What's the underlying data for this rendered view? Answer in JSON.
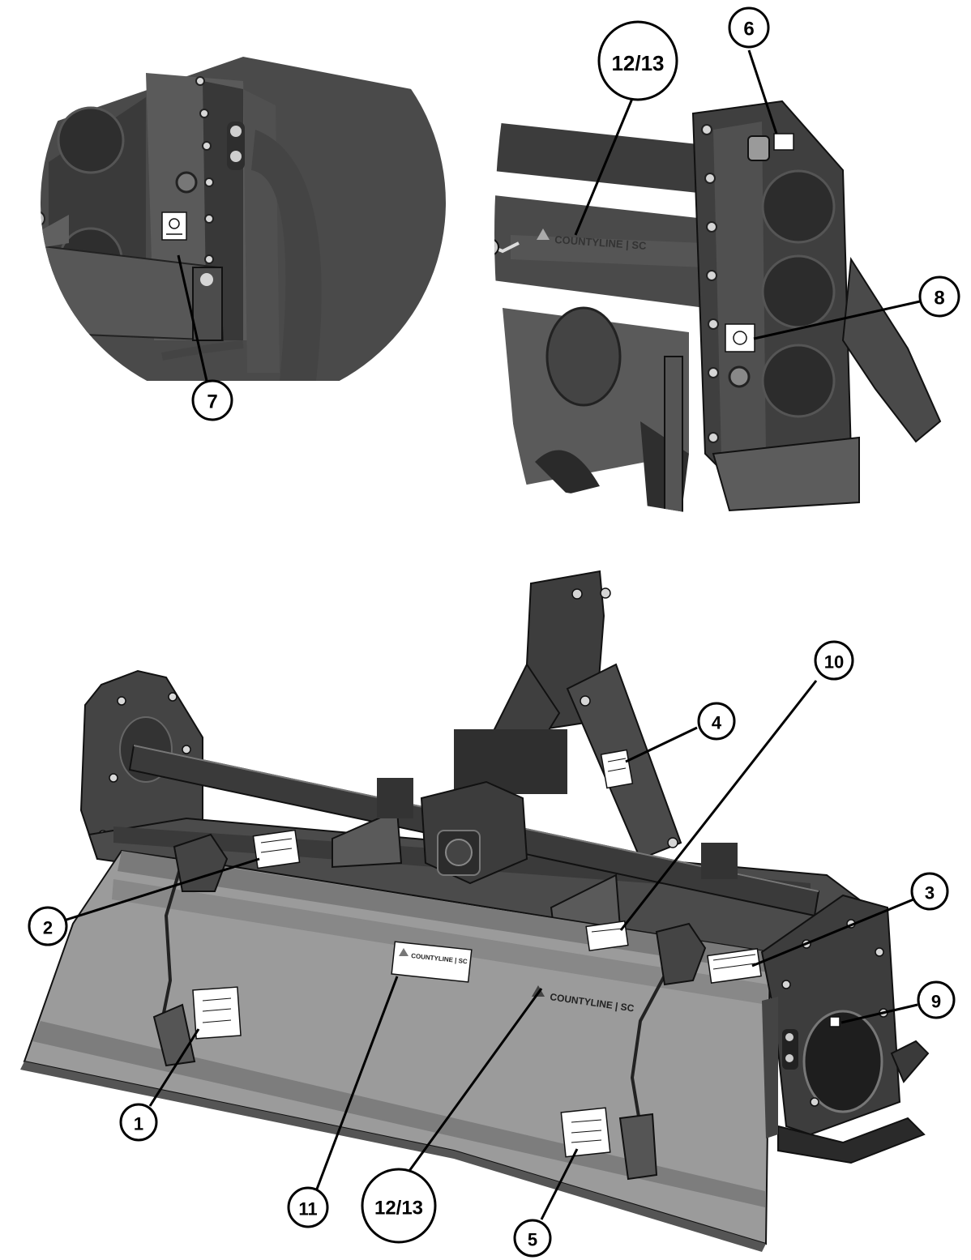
{
  "callouts": {
    "c1": "1",
    "c2": "2",
    "c3": "3",
    "c4": "4",
    "c5": "5",
    "c6": "6",
    "c7": "7",
    "c8": "8",
    "c9": "9",
    "c10": "10",
    "c11": "11",
    "c12_top": "12/13",
    "c12_bottom": "12/13"
  },
  "logos": {
    "brand_top": "COUNTYLINE | SC",
    "brand_bottom": "COUNTYLINE | SC",
    "brand_plate": "COUNTYLINE | SC"
  },
  "colors": {
    "body_dark": "#3c3c3c",
    "body_mid": "#6e6e6e",
    "shield_gray": "#9a9a9a",
    "decal": "#ffffff"
  }
}
